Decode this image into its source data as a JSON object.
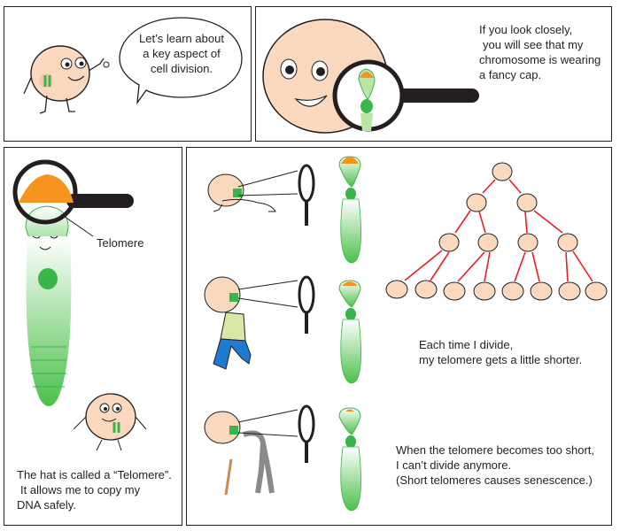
{
  "panels": {
    "p1": {
      "speech": [
        "Let’s learn about",
        "a key aspect of",
        "cell division."
      ]
    },
    "p2": {
      "caption": [
        "If you look closely,",
        "you will see that my",
        "chromosome is wearing",
        "a fancy cap."
      ]
    },
    "p3": {
      "label": "Telomere",
      "caption": [
        "The hat is called a “Telomere”.",
        "It allows me to copy my",
        "DNA safely."
      ]
    },
    "p4": {
      "caption_divide": [
        "Each time I divide,",
        "my telomere gets a little shorter."
      ],
      "caption_short": [
        "When the telomere becomes too short,",
        "I can’t divide anymore.",
        "(Short telomeres causes senescence.)"
      ]
    }
  },
  "colors": {
    "cell": "#fbd9be",
    "outline": "#231f20",
    "telomere": "#f7941d",
    "chromosome_green": "#39b54a",
    "arrow": "#ed1c24",
    "shirt": "#d7e8a6",
    "pants": "#1f7bd0"
  }
}
